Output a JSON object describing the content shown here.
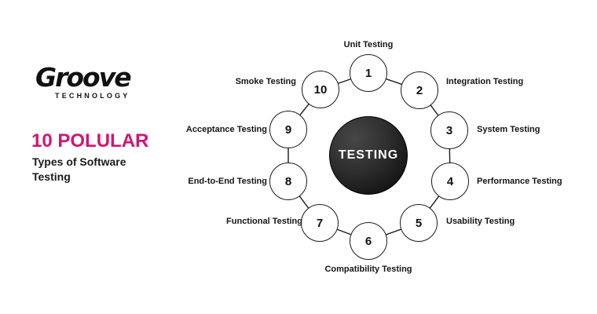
{
  "brand": {
    "logo_name": "Groove",
    "logo_subtitle": "TECHNOLOGY",
    "heading": "10 POLULAR",
    "subheading": "Types of Software Testing",
    "heading_color": "#d4156e",
    "ink_color": "#1a1a1a"
  },
  "diagram": {
    "center_label": "TESTING",
    "center_color_dark": "#0a0a0a",
    "items": [
      {
        "num": "1",
        "label": "Unit Testing"
      },
      {
        "num": "2",
        "label": "Integration Testing"
      },
      {
        "num": "3",
        "label": "System Testing"
      },
      {
        "num": "4",
        "label": "Performance Testing"
      },
      {
        "num": "5",
        "label": "Usability Testing"
      },
      {
        "num": "6",
        "label": "Compatibility Testing"
      },
      {
        "num": "7",
        "label": "Functional Testing"
      },
      {
        "num": "8",
        "label": "End-to-End Testing"
      },
      {
        "num": "9",
        "label": "Acceptance Testing"
      },
      {
        "num": "10",
        "label": "Smoke Testing"
      }
    ]
  }
}
